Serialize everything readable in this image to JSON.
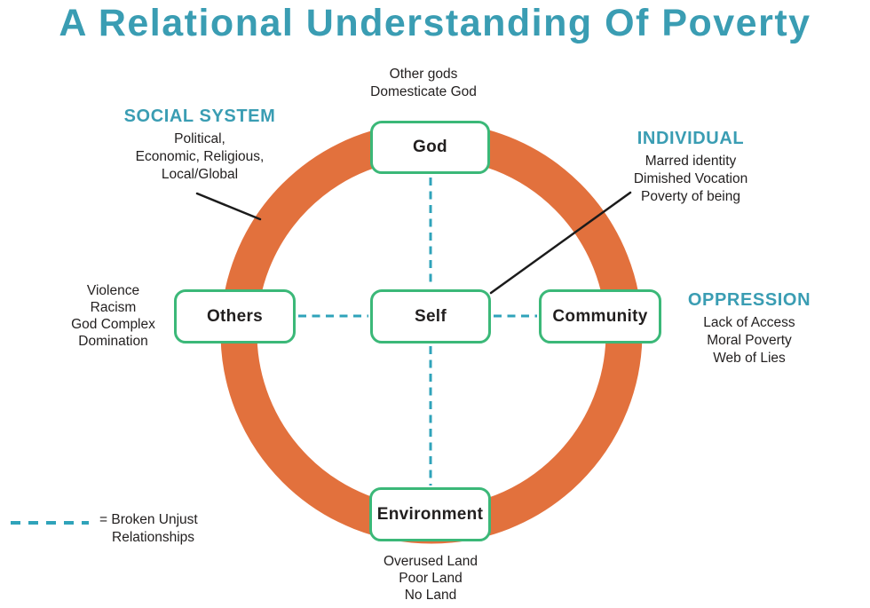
{
  "title": "A Relational Understanding Of Poverty",
  "colors": {
    "teal": "#3A9DB3",
    "teal_dash": "#2FA3BA",
    "orange": "#E2713D",
    "green": "#3BB878",
    "ink": "#221F1F"
  },
  "nodes": {
    "god": {
      "label": "God"
    },
    "others": {
      "label": "Others"
    },
    "self": {
      "label": "Self"
    },
    "community": {
      "label": "Community"
    },
    "environment": {
      "label": "Environment"
    }
  },
  "annotations": {
    "god_above": {
      "line1": "Other gods",
      "line2": "Domesticate God"
    },
    "social_system": {
      "heading": "SOCIAL SYSTEM",
      "line1": "Political,",
      "line2": "Economic, Religious,",
      "line3": "Local/Global"
    },
    "individual": {
      "heading": "INDIVIDUAL",
      "line1": "Marred identity",
      "line2": "Dimished Vocation",
      "line3": "Poverty of being"
    },
    "oppression": {
      "heading": "OPPRESSION",
      "line1": "Lack of Access",
      "line2": "Moral Poverty",
      "line3": "Web of Lies"
    },
    "others_left": {
      "line1": "Violence",
      "line2": "Racism",
      "line3": "God Complex",
      "line4": "Domination"
    },
    "environment_below": {
      "line1": "Overused Land",
      "line2": "Poor Land",
      "line3": "No Land"
    }
  },
  "legend": {
    "line1": "= Broken Unjust",
    "line2": "Relationships"
  }
}
